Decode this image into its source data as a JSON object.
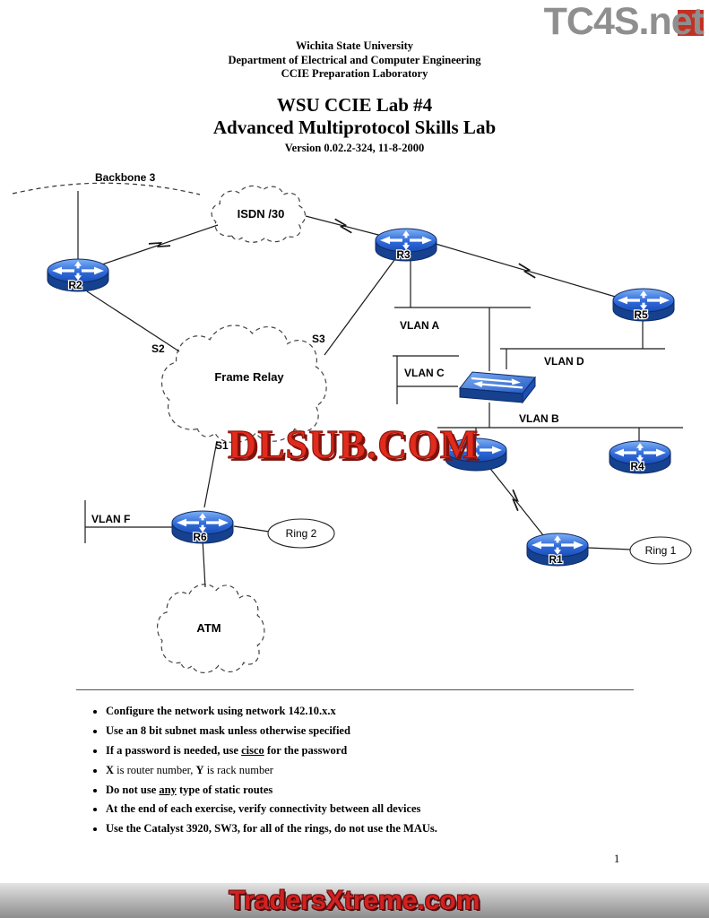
{
  "top_logo": "TC4S.net",
  "header": {
    "line1": "Wichita State University",
    "line2": "Department of Electrical and Computer Engineering",
    "line3": "CCIE Preparation Laboratory"
  },
  "title": {
    "line1": "WSU CCIE Lab #4",
    "line2": "Advanced Multiprotocol Skills Lab",
    "version": "Version 0.02.2-324, 11-8-2000"
  },
  "diagram": {
    "backbone_label": "Backbone 3",
    "clouds": {
      "isdn": "ISDN /30",
      "frame_relay": "Frame Relay",
      "atm": "ATM"
    },
    "routers": {
      "r1": "R1",
      "r2": "R2",
      "r3": "R3",
      "r4": "R4",
      "r5": "R5",
      "r6": "R6"
    },
    "vlans": {
      "a": "VLAN A",
      "b": "VLAN B",
      "c": "VLAN C",
      "d": "VLAN D",
      "f": "VLAN F"
    },
    "serial_labels": {
      "s1": "S1",
      "s2": "S2",
      "s3": "S3"
    },
    "rings": {
      "ring1": "Ring 1",
      "ring2": "Ring 2"
    }
  },
  "watermark": "DLSUB.COM",
  "notes": {
    "n1": "Configure the network using network 142.10.x.x",
    "n2": "Use an 8 bit subnet mask unless otherwise specified",
    "n3": {
      "p1": "If a password is needed, use ",
      "u": "cisco",
      "p2": " for the password"
    },
    "n4": {
      "b1": "X",
      "p1": " is router number, ",
      "b2": "Y",
      "p2": " is rack number"
    },
    "n5": {
      "p1": "Do not use ",
      "u": "any",
      "p2": " type of static routes"
    },
    "n6": "At the end of each exercise, verify connectivity between all devices",
    "n7": "Use the Catalyst 3920, SW3, for all of the rings, do not use the MAUs."
  },
  "page_number": "1",
  "footer_logo": "TradersXtreme.com",
  "colors": {
    "device_blue": "#2a63d4",
    "watermark_red": "#e12b1c",
    "top_logo_gray": "#8f8f8f",
    "logo_red_square": "#c23124",
    "footer_text_red": "#d32020"
  }
}
